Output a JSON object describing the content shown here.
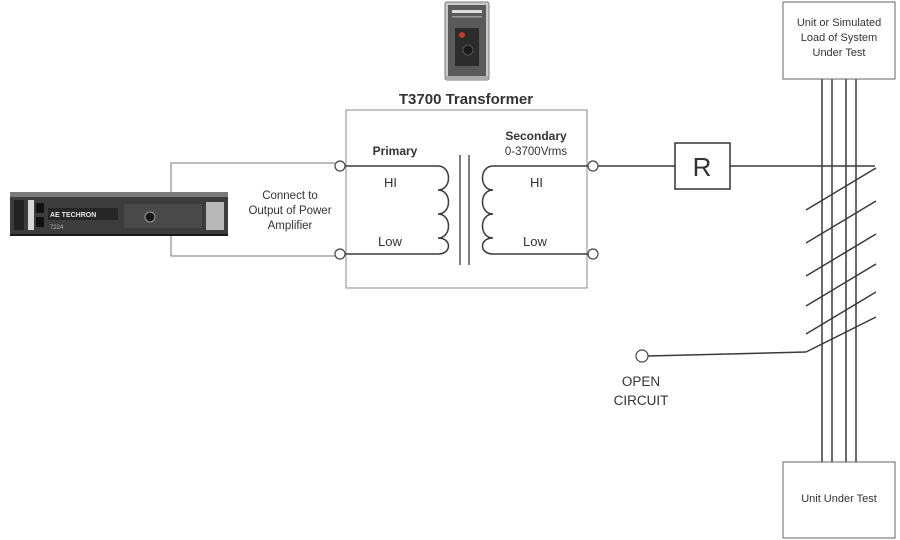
{
  "transformer": {
    "title": "T3700 Transformer",
    "primary_label": "Primary",
    "secondary_label": "Secondary",
    "secondary_range": "0-3700Vrms",
    "primary_hi": "HI",
    "primary_low": "Low",
    "secondary_hi": "HI",
    "secondary_low": "Low"
  },
  "amplifier": {
    "note_line1": "Connect to",
    "note_line2": "Output of Power",
    "note_line3": "Amplifier",
    "brand": "AE TECHRON",
    "model": "7224"
  },
  "resistor": {
    "label": "R"
  },
  "open_circuit": {
    "line1": "OPEN",
    "line2": "CIRCUIT"
  },
  "top_box": {
    "line1": "Unit or Simulated",
    "line2": "Load of System",
    "line3": "Under Test"
  },
  "bottom_box": {
    "label": "Unit Under Test"
  },
  "colors": {
    "line": "#3a3a3a",
    "box": "#888888",
    "text": "#333333"
  }
}
